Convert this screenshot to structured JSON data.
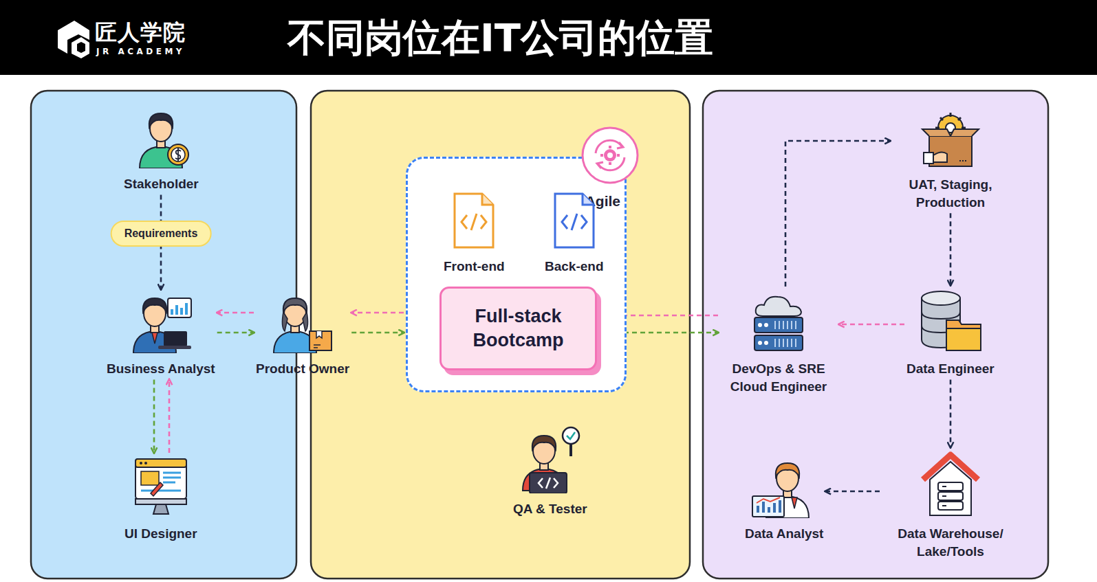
{
  "diagram": {
    "title": "不同岗位在IT公司的位置",
    "nodes": [
      {
        "text": [
          "Stakeholder"
        ]
      },
      {
        "text": [
          "Business Analyst"
        ]
      },
      {
        "text": [
          "Product Owner"
        ]
      },
      {
        "text": [
          "UI Designer"
        ]
      },
      {
        "text": [
          "Agile"
        ]
      },
      {
        "text": [
          "Front-end"
        ],
        "in": 4
      },
      {
        "text": [
          "Back-end"
        ],
        "in": 4
      },
      {
        "text": [
          "Full-stack Bootcamp"
        ],
        "in": 4
      },
      {
        "text": [
          "QA & Tester"
        ]
      },
      {
        "text": [
          "UAT, Staging, Production"
        ]
      },
      {
        "text": [
          "DevOps & SRE Cloud Engineer"
        ]
      },
      {
        "text": [
          "Data Engineer"
        ]
      },
      {
        "text": [
          "Data Analyst"
        ]
      },
      {
        "text": [
          "Data Warehouse/ Lake/Tools"
        ]
      }
    ],
    "edges": [
      {
        "from": 0,
        "to": 1,
        "arrow": "to",
        "label": "Requirements"
      },
      {
        "from": 2,
        "to": 1,
        "arrow": "to"
      },
      {
        "from": 1,
        "to": 2,
        "arrow": "to"
      },
      {
        "from": 4,
        "to": 2,
        "arrow": "to"
      },
      {
        "from": 2,
        "to": 4,
        "arrow": "to"
      },
      {
        "from": 1,
        "to": 3,
        "arrow": "to"
      },
      {
        "from": 3,
        "to": 1,
        "arrow": "to"
      },
      {
        "from": 10,
        "to": 7,
        "arrow": "to"
      },
      {
        "from": 7,
        "to": 10,
        "arrow": "to"
      },
      {
        "from": 11,
        "to": 10,
        "arrow": "to"
      },
      {
        "from": 10,
        "to": 9,
        "arrow": "to"
      },
      {
        "from": 9,
        "to": 11,
        "arrow": "to"
      },
      {
        "from": 11,
        "to": 13,
        "arrow": "to"
      },
      {
        "from": 13,
        "to": 12,
        "arrow": "to"
      }
    ],
    "labels": [
      "匠人学院",
      "JR ACADEMY"
    ]
  }
}
